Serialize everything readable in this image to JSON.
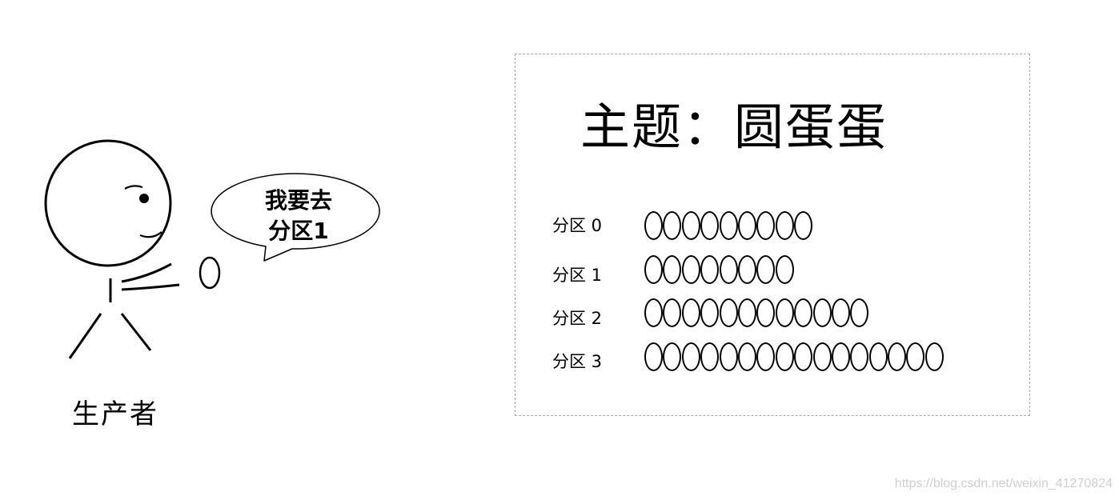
{
  "producer": {
    "caption": "生产者",
    "speech": [
      "我要去",
      "分区1"
    ]
  },
  "topic": {
    "title": "主题：圆蛋蛋",
    "partitions": [
      {
        "label": "分区 0",
        "eggs": 9
      },
      {
        "label": "分区 1",
        "eggs": 8
      },
      {
        "label": "分区 2",
        "eggs": 12
      },
      {
        "label": "分区 3",
        "eggs": 16
      }
    ]
  },
  "watermark": "https://blog.csdn.net/weixin_41270824"
}
